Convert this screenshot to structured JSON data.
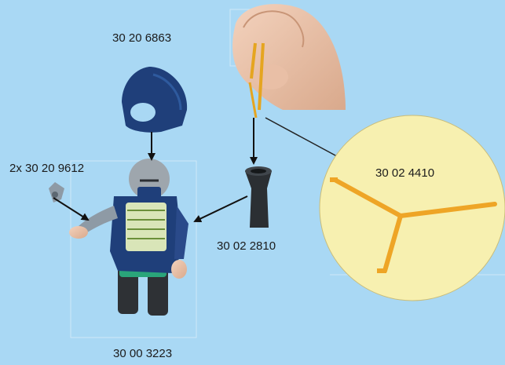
{
  "labels": {
    "hood": "30 20 6863",
    "hands": "2x 30 20 9612",
    "pot": "30 02 2810",
    "figure": "30 00 3223",
    "sprue": "30 02 4410"
  },
  "colors": {
    "background": "#a9d8f4",
    "hood_blue": "#1f3f7a",
    "sprue_yellow": "#f2b233",
    "magnifier": "#f7f0b0"
  }
}
